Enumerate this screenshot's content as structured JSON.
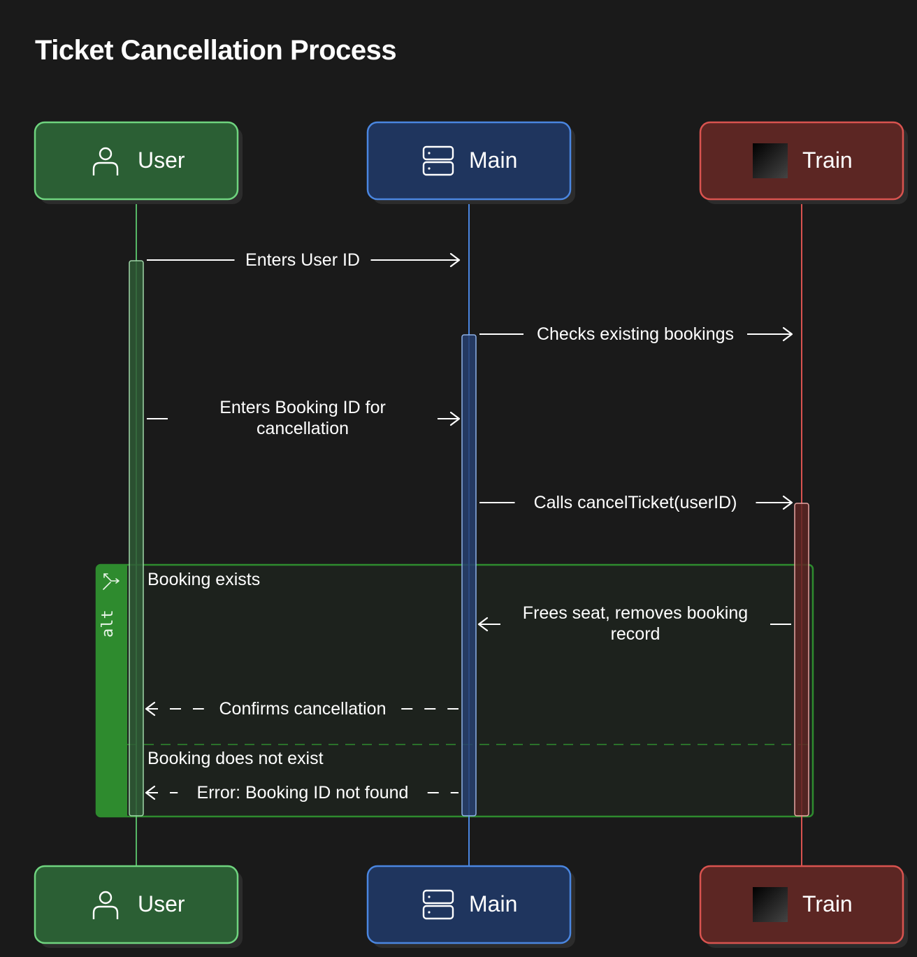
{
  "title": "Ticket Cancellation Process",
  "participants": [
    {
      "id": "user",
      "label": "User",
      "icon": "person-icon",
      "fill": "#2b5f34",
      "stroke": "#6fd47f",
      "line": "#56b766"
    },
    {
      "id": "main",
      "label": "Main",
      "icon": "server-icon",
      "fill": "#1f355e",
      "stroke": "#4a86e0",
      "line": "#4a86e0"
    },
    {
      "id": "train",
      "label": "Train",
      "icon": "square-icon",
      "fill": "#5c2623",
      "stroke": "#d9534f",
      "line": "#d9534f"
    }
  ],
  "messages": [
    {
      "from": "user",
      "to": "main",
      "lines": [
        "Enters User ID"
      ],
      "style": "solid"
    },
    {
      "from": "main",
      "to": "train",
      "lines": [
        "Checks existing bookings"
      ],
      "style": "solid"
    },
    {
      "from": "user",
      "to": "main",
      "lines": [
        "Enters Booking ID for",
        "cancellation"
      ],
      "style": "solid"
    },
    {
      "from": "main",
      "to": "train",
      "lines": [
        "Calls cancelTicket(userID)"
      ],
      "style": "solid"
    },
    {
      "from": "train",
      "to": "main",
      "lines": [
        "Frees seat, removes booking",
        "record"
      ],
      "style": "solid"
    },
    {
      "from": "main",
      "to": "user",
      "lines": [
        "Confirms cancellation"
      ],
      "style": "dashed"
    },
    {
      "from": "main",
      "to": "user",
      "lines": [
        "Error: Booking ID not found"
      ],
      "style": "dashed"
    }
  ],
  "alt": {
    "keyword": "alt",
    "conditions": [
      "Booking exists",
      "Booking does not exist"
    ],
    "color": "#2e8b2e"
  }
}
